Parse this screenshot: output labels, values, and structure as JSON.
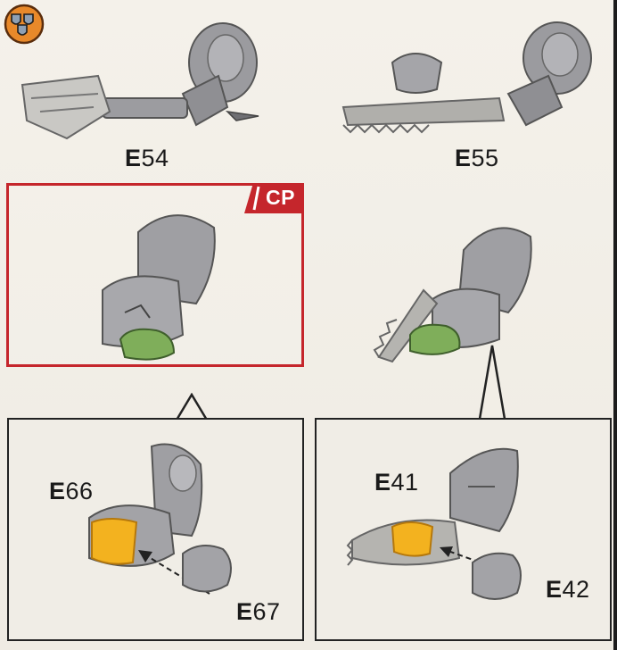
{
  "parts": {
    "top_left": {
      "prefix": "E",
      "number": "54"
    },
    "top_right": {
      "prefix": "E",
      "number": "55"
    },
    "bottom_left_a": {
      "prefix": "E",
      "number": "66"
    },
    "bottom_left_b": {
      "prefix": "E",
      "number": "67"
    },
    "bottom_right_a": {
      "prefix": "E",
      "number": "41"
    },
    "bottom_right_b": {
      "prefix": "E",
      "number": "42"
    }
  },
  "cp_tag": {
    "label": "CP"
  },
  "icons": {
    "badge": "three-shields-icon"
  },
  "colors": {
    "accent_red": "#c5262c",
    "badge_orange": "#e8892a",
    "plastic_grey": "#9a9a9e",
    "hand_green": "#7fae5a",
    "highlight_yellow": "#f3b21f"
  }
}
